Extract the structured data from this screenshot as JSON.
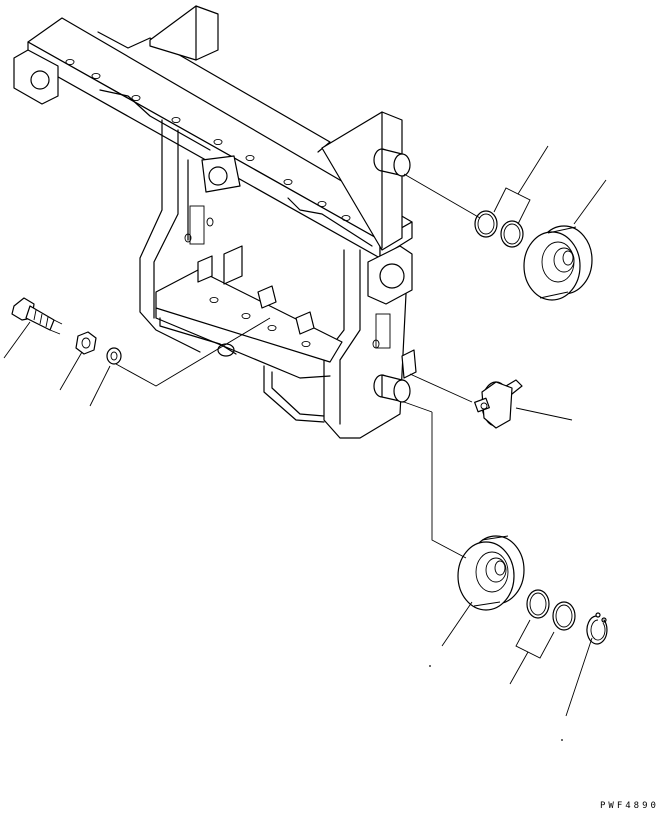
{
  "drawing": {
    "code": "PWF4890",
    "parts": [
      "frame",
      "stud",
      "nut",
      "washer",
      "shim",
      "shim",
      "upper-roller-bearing",
      "side-roller",
      "lower-roller-bearing",
      "shim",
      "shim",
      "snap-ring"
    ]
  }
}
